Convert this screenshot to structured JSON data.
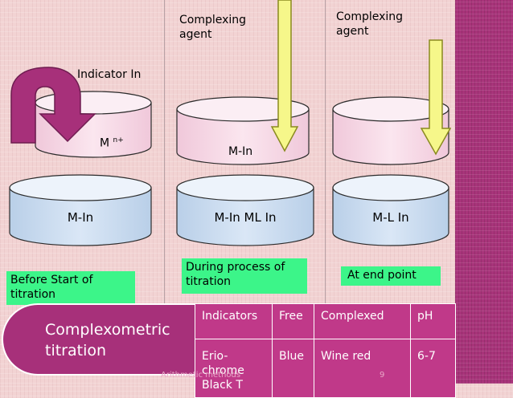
{
  "labels": {
    "complexing_agent_1": "Complexing agent",
    "complexing_agent_2": "Complexing agent",
    "indicator": "Indicator  In",
    "metal_ion": "M",
    "metal_ion_charge": "n+",
    "mid_top": "M-In"
  },
  "cylinders": {
    "left": "M-In",
    "middle": "M-In  ML  In",
    "right": "M-L   In"
  },
  "stages": {
    "before": "Before  Start of titration",
    "during": "During process of titration",
    "end": "At end point"
  },
  "title": "Complexometric titration",
  "table": {
    "headers": [
      "Indicators",
      "Free",
      "Complexed",
      "pH"
    ],
    "rows": [
      [
        "Erio-chrome Black T",
        "Blue",
        "Wine red",
        "6-7"
      ]
    ]
  },
  "footer": {
    "text": "Arithmetic methods",
    "page": "9"
  },
  "colors": {
    "arrow_fill": "#f6f78a",
    "cylinder_top": "#e9f0fa",
    "cylinder_body": "#cfe0f4",
    "upper_cylinder": "#f6d8e6",
    "curved_arrow": "#a7307a",
    "label_box": "#3cf589",
    "table_cell": "#c03989"
  }
}
